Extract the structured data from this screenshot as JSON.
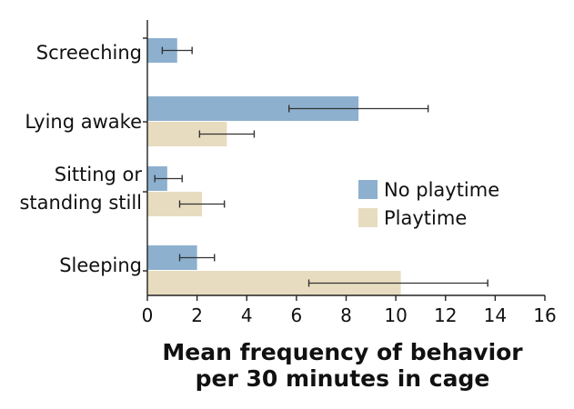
{
  "chart_data": {
    "type": "bar",
    "orientation": "horizontal",
    "categories": [
      [
        "Screeching"
      ],
      [
        "Lying awake"
      ],
      [
        "Sitting or",
        "standing still"
      ],
      [
        "Sleeping"
      ]
    ],
    "series": [
      {
        "name": "No playtime",
        "color": "#8db0cf",
        "values": [
          1.2,
          8.5,
          0.8,
          2.0
        ],
        "error_low": [
          0.6,
          5.7,
          0.3,
          1.3
        ],
        "error_high": [
          1.8,
          11.3,
          1.4,
          2.7
        ]
      },
      {
        "name": "Playtime",
        "color": "#e8dcc0",
        "values": [
          null,
          3.2,
          2.2,
          10.2
        ],
        "error_low": [
          null,
          2.1,
          1.3,
          6.5
        ],
        "error_high": [
          null,
          4.3,
          3.1,
          13.7
        ]
      }
    ],
    "xlim": [
      0,
      16
    ],
    "xticks": [
      0,
      2,
      4,
      6,
      8,
      10,
      12,
      14,
      16
    ],
    "xlabel": [
      "Mean frequency of behavior",
      "per 30 minutes in cage"
    ],
    "ylabel": "",
    "grid": false,
    "legend_position": "right"
  }
}
